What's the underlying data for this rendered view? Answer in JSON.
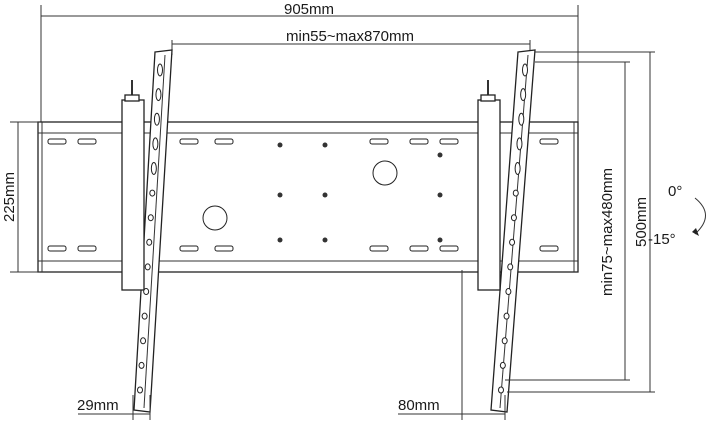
{
  "labels": {
    "overall_width": "905mm",
    "vesa_horizontal": "min55~max870mm",
    "plate_height": "225mm",
    "arm_height": "500mm",
    "vesa_vertical": "min75~max480mm",
    "tilt_top": "0°",
    "tilt_bottom": "-15°",
    "min_depth": "29mm",
    "max_depth": "80mm"
  }
}
